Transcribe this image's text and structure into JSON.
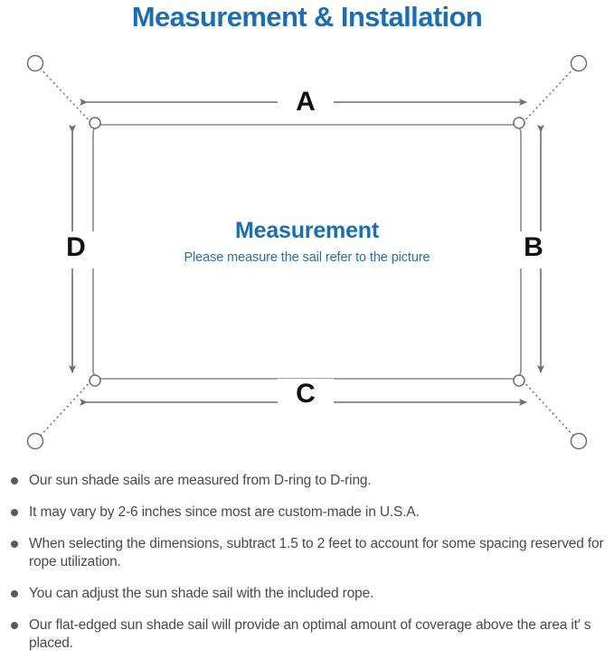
{
  "page": {
    "title": "Measurement & Installation",
    "title_color": "#1b6fb0",
    "background_color": "#ffffff"
  },
  "diagram": {
    "name": "sun-shade-sail-measurement-diagram",
    "line_color": "#808080",
    "sail_outline_color": "#8a8a8a",
    "center_heading": "Measurement",
    "center_subtext": "Please measure the sail refer to the picture",
    "center_heading_color": "#1b6fb0",
    "center_subtext_color": "#2e6fa0",
    "dimension_labels": [
      {
        "id": "a",
        "label": "A",
        "edge": "top",
        "orientation": "horizontal"
      },
      {
        "id": "b",
        "label": "B",
        "edge": "right",
        "orientation": "vertical"
      },
      {
        "id": "c",
        "label": "C",
        "edge": "bottom",
        "orientation": "horizontal"
      },
      {
        "id": "d",
        "label": "D",
        "edge": "left",
        "orientation": "vertical"
      }
    ],
    "corner_rings": [
      {
        "id": "top-left",
        "type": "d-ring"
      },
      {
        "id": "top-right",
        "type": "d-ring"
      },
      {
        "id": "bottom-left",
        "type": "d-ring"
      },
      {
        "id": "bottom-right",
        "type": "d-ring"
      }
    ],
    "anchor_points": [
      {
        "id": "top-left",
        "type": "mounting-point"
      },
      {
        "id": "top-right",
        "type": "mounting-point"
      },
      {
        "id": "bottom-left",
        "type": "mounting-point"
      },
      {
        "id": "bottom-right",
        "type": "mounting-point"
      }
    ]
  },
  "notes": {
    "bullet_color": "#5a5a5a",
    "text_color": "#4a4a4a",
    "items": [
      "Our sun shade sails are measured from D-ring to D-ring.",
      "It may vary by 2-6 inches since most are custom-made in U.S.A.",
      "When selecting the dimensions, subtract 1.5 to 2 feet to account for some spacing reserved for rope utilization.",
      "You can adjust the sun shade sail with the included rope.",
      "Our flat-edged sun shade sail will provide an optimal amount of coverage above the area it′ s placed."
    ]
  }
}
